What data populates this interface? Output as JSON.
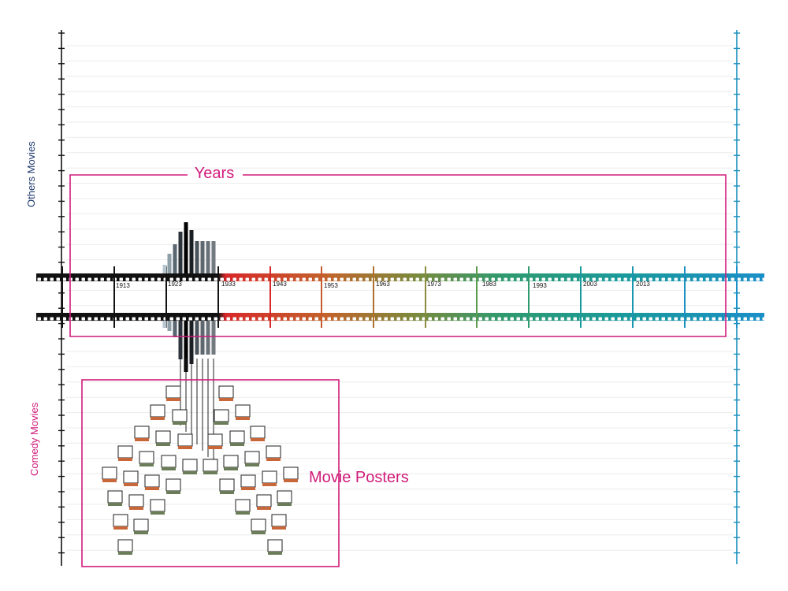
{
  "labels": {
    "years": "Years",
    "movie_posters": "Movie Posters",
    "others_movies": "Others Movies",
    "comedy_movies": "Comedy Movies"
  },
  "timeline": {
    "year_labels": [
      "1913",
      "1923",
      "1933",
      "1943",
      "1953",
      "1963",
      "1973",
      "1983",
      "1993",
      "2003",
      "2013"
    ]
  },
  "colors": {
    "annotation": "#d01b7a",
    "left_axis": "#111111",
    "right_axis": "#1a8fbf",
    "others_label": "#1f3a6e",
    "comedy_label": "#d01b7a",
    "poster_orange": "#c8683a",
    "poster_green": "#6b7d58",
    "gridline": "#e6e6e6"
  }
}
